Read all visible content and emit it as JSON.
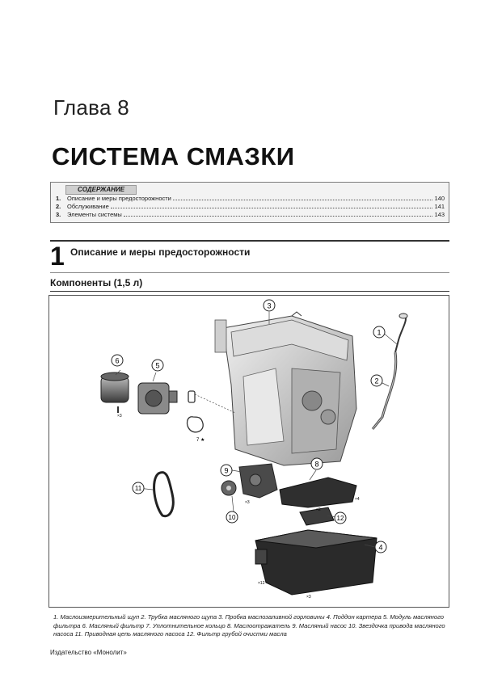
{
  "chapter": "Глава 8",
  "title": "СИСТЕМА СМАЗКИ",
  "toc": {
    "heading": "СОДЕРЖАНИЕ",
    "items": [
      {
        "num": "1.",
        "text": "Описание и меры предосторожности",
        "page": "140"
      },
      {
        "num": "2.",
        "text": "Обслуживание",
        "page": "141"
      },
      {
        "num": "3.",
        "text": "Элементы системы",
        "page": "143"
      }
    ]
  },
  "section": {
    "number": "1",
    "title": "Описание и меры предосторожности",
    "subtitle": "Компоненты (1,5 л)"
  },
  "figure": {
    "callouts": [
      "1",
      "2",
      "3",
      "4",
      "5",
      "6",
      "7",
      "8",
      "9",
      "10",
      "11",
      "12"
    ],
    "torque_labels": {
      "t3": "×3",
      "t7": "7 ★",
      "t3b": "×3",
      "t4": "×4",
      "t2": "×2",
      "t12": "×12",
      "t3c": "×3"
    }
  },
  "caption": "1. Маслоизмерительный щуп 2. Трубка масляного щупа 3. Пробка маслозаливной горловины 4. Поддон картера 5. Модуль масляного фильтра 6. Масляный фильтр 7. Уплотнительное кольцо 8. Маслоотражатель 9. Масляный насос 10. Звездочка привода масляного насоса 11. Приводная цепь масляного насоса 12. Фильтр грубой очистки масла",
  "publisher": "Издательство «Монолит»"
}
